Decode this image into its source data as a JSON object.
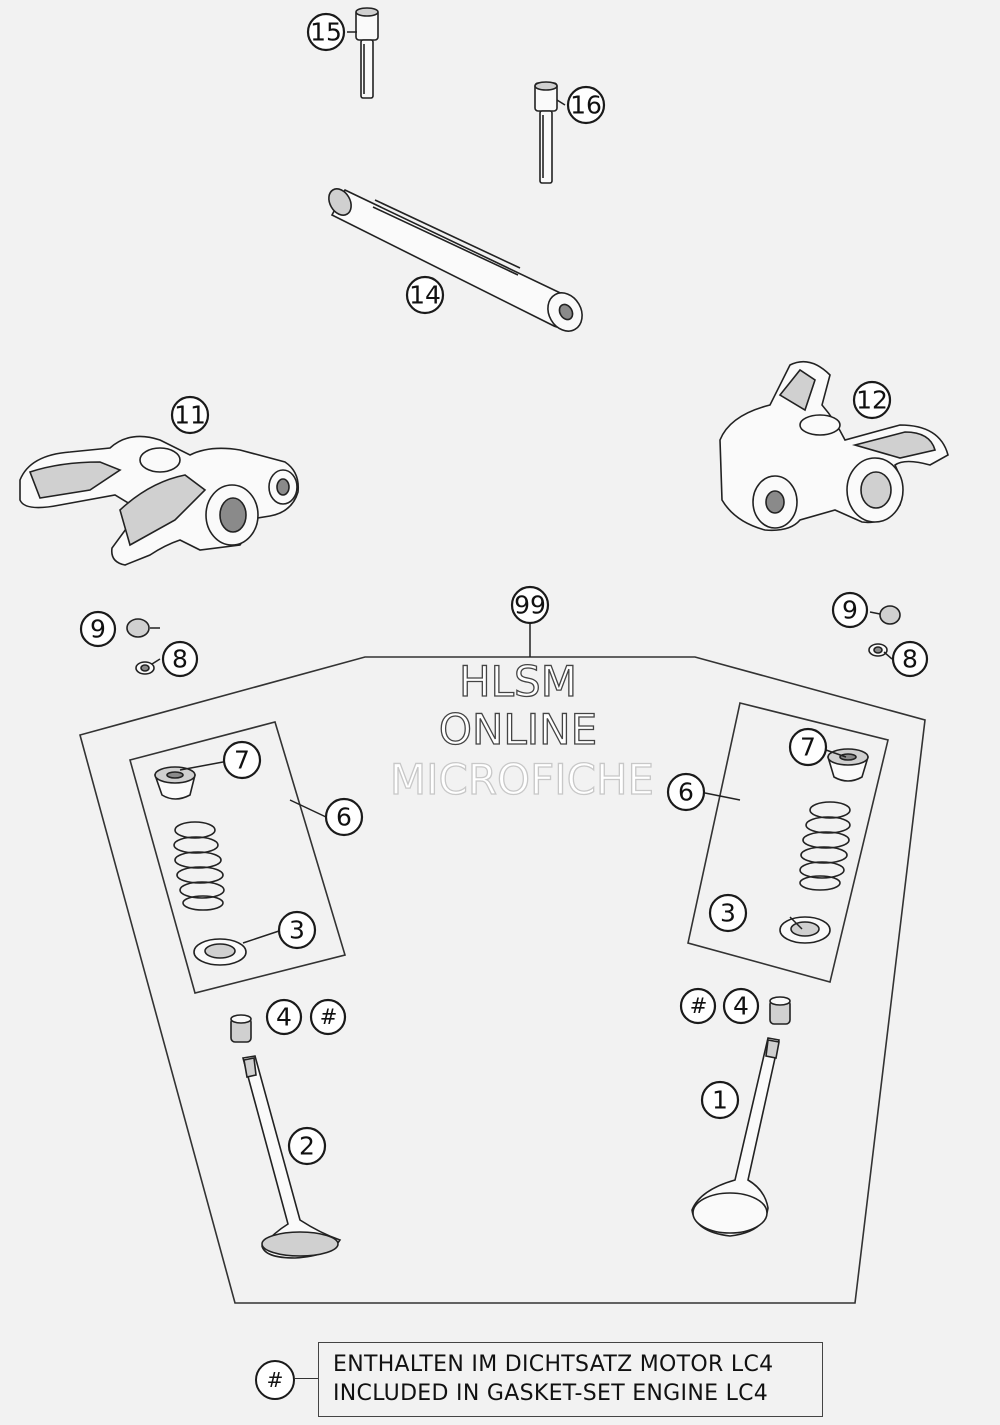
{
  "callouts": {
    "c15": "15",
    "c16": "16",
    "c14": "14",
    "c11": "11",
    "c12": "12",
    "c99": "99",
    "c9_left": "9",
    "c8_left": "8",
    "c9_right": "9",
    "c8_right": "8",
    "c7_left": "7",
    "c6_left": "6",
    "c3_left": "3",
    "c7_right": "7",
    "c6_right": "6",
    "c3_right": "3",
    "c4_left": "4",
    "hash_left": "#",
    "c4_right": "4",
    "hash_right": "#",
    "c2": "2",
    "c1": "1"
  },
  "watermark": {
    "line1": "HLSM",
    "line2": "ONLINE",
    "line3": "MICROFICHE"
  },
  "legend": {
    "marker": "#",
    "line_de": "ENTHALTEN IM DICHTSATZ MOTOR LC4",
    "line_en": "INCLUDED IN GASKET-SET ENGINE LC4"
  }
}
